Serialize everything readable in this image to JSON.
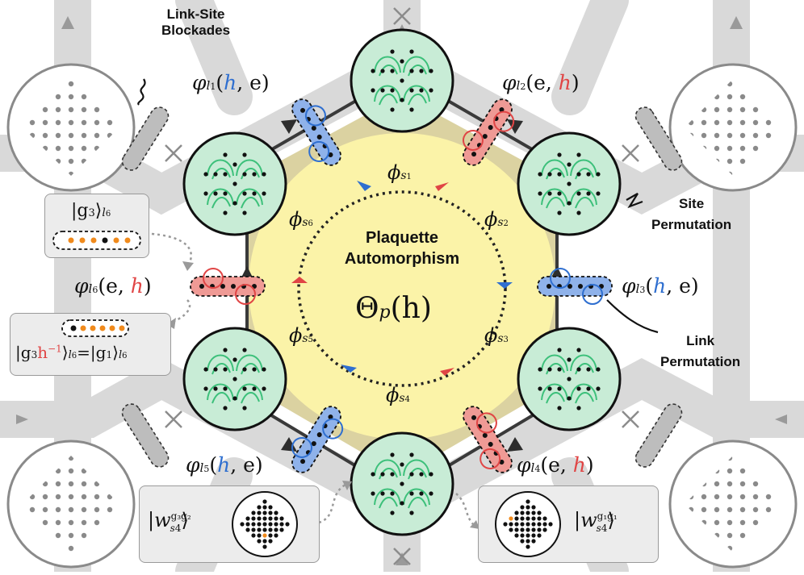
{
  "labels": {
    "link_site_blockades": [
      "Link-Site",
      "Blockades"
    ],
    "site_permutation": [
      "Site",
      "Permutation"
    ],
    "link_permutation": [
      "Link",
      "Permutation"
    ],
    "plaquette_automorphism": [
      "Plaquette",
      "Automorphism"
    ],
    "theta": "Θ",
    "theta_sub": "p",
    "theta_arg": "(h)"
  },
  "link_labels": [
    {
      "phi": "φ",
      "sub": "l",
      "idx": "1",
      "open": "(",
      "a": "h",
      "sep": ", ",
      "b": "e",
      "close": ")"
    },
    {
      "phi": "φ",
      "sub": "l",
      "idx": "2",
      "open": "(",
      "a": "e",
      "sep": ", ",
      "b": "h",
      "close": ")"
    },
    {
      "phi": "φ",
      "sub": "l",
      "idx": "3",
      "open": "(",
      "a": "h",
      "sep": ", ",
      "b": "e",
      "close": ")"
    },
    {
      "phi": "φ",
      "sub": "l",
      "idx": "4",
      "open": "(",
      "a": "e",
      "sep": ", ",
      "b": "h",
      "close": ")"
    },
    {
      "phi": "φ",
      "sub": "l",
      "idx": "5",
      "open": "(",
      "a": "h",
      "sep": ", ",
      "b": "e",
      "close": ")"
    },
    {
      "phi": "φ",
      "sub": "l",
      "idx": "6",
      "open": "(",
      "a": "e",
      "sep": ", ",
      "b": "h",
      "close": ")"
    }
  ],
  "site_phases": [
    {
      "phi": "ϕ",
      "sub": "s",
      "idx": "1"
    },
    {
      "phi": "ϕ",
      "sub": "s",
      "idx": "2"
    },
    {
      "phi": "ϕ",
      "sub": "s",
      "idx": "3"
    },
    {
      "phi": "ϕ",
      "sub": "s",
      "idx": "4"
    },
    {
      "phi": "ϕ",
      "sub": "s",
      "idx": "5"
    },
    {
      "phi": "ϕ",
      "sub": "s",
      "idx": "6"
    }
  ],
  "callouts": {
    "g3_ket": {
      "g": "g",
      "gi": "3",
      "sub": "l",
      "subi": "6"
    },
    "g3h_ket": {
      "g": "g",
      "gi": "3",
      "h": "h",
      "hexp": "−1",
      "eq": "=",
      "g1": "g",
      "g1i": "1",
      "sub": "l",
      "subi": "6"
    },
    "w_left": {
      "w": "w",
      "sup": "g₃g₂",
      "sub": "s",
      "subi": "4"
    },
    "w_right": {
      "w": "w",
      "sup": "g₁g₁",
      "sub": "s",
      "subi": "4"
    }
  },
  "colors": {
    "blue": "#2f6fd0",
    "red": "#e04545",
    "site_fill": "#c8ecd6",
    "site_wire": "#3cc07a",
    "plaquette_inner": "#fbf3a8",
    "plaquette_outer": "#cfc382",
    "link_blue": "#8fb2ea",
    "link_red": "#ef9a95",
    "orange_dot": "#f08a1c"
  }
}
